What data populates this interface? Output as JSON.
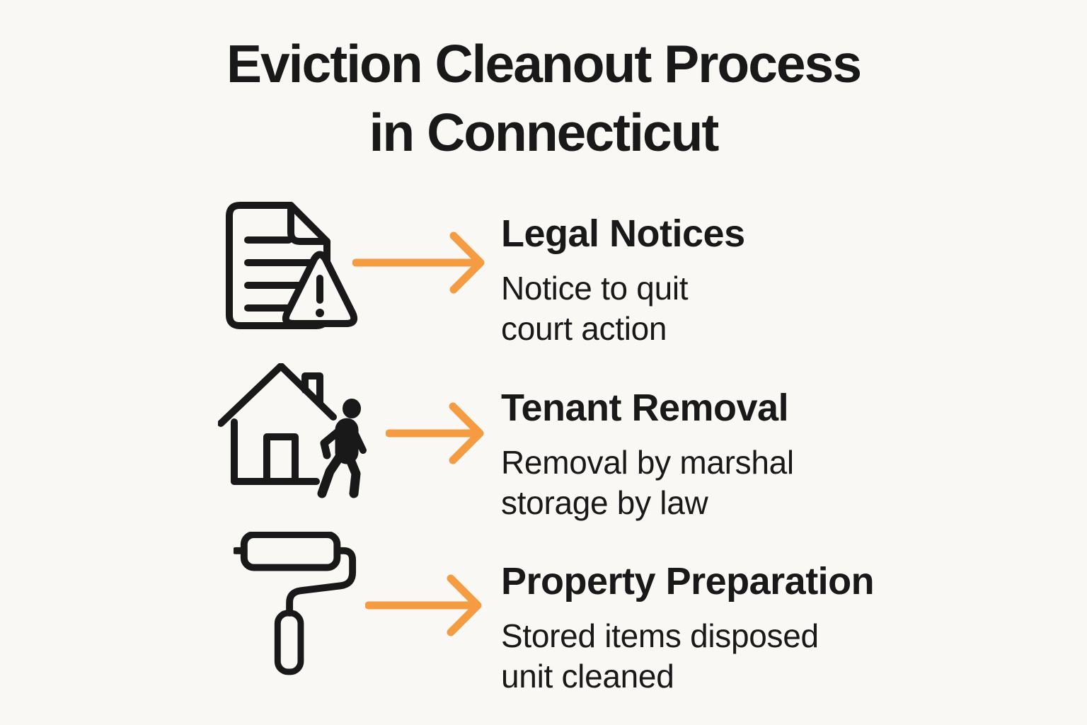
{
  "colors": {
    "background": "#FAF8F4",
    "ink": "#191919",
    "accent": "#F59C42"
  },
  "title": {
    "line1": "Eviction Cleanout Process",
    "line2": "in Connecticut"
  },
  "steps": [
    {
      "icon": "document-warning-icon",
      "heading": "Legal Notices",
      "line1": "Notice to quit",
      "line2": "court action"
    },
    {
      "icon": "house-person-leaving-icon",
      "heading": "Tenant Removal",
      "line1": "Removal by marshal",
      "line2": "storage by law"
    },
    {
      "icon": "paint-roller-icon",
      "heading": "Property Preparation",
      "line1": "Stored items disposed",
      "line2": "unit cleaned"
    }
  ]
}
